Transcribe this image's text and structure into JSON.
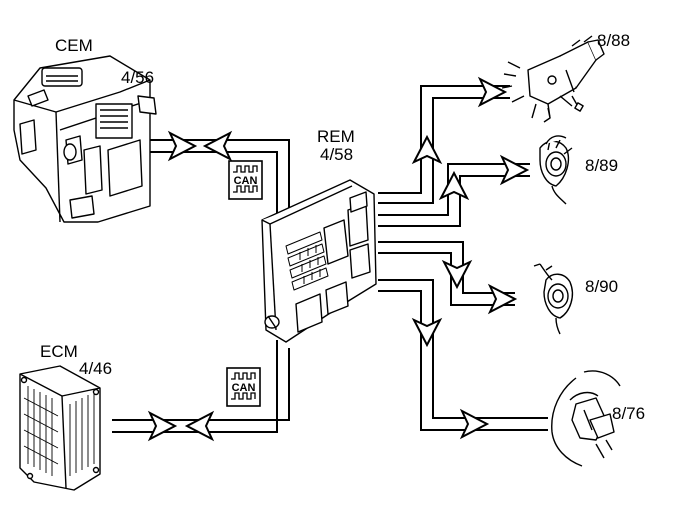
{
  "labels": {
    "cem_name": "CEM",
    "cem_code": "4/56",
    "rem_name": "REM",
    "rem_code": "4/58",
    "ecm_name": "ECM",
    "ecm_code": "4/46",
    "out1_code": "8/88",
    "out2_code": "8/89",
    "out3_code": "8/90",
    "out4_code": "8/76"
  },
  "bus": {
    "upper_text": "CAN",
    "lower_text": "CAN"
  },
  "icons": {
    "cem": "control-module-icon",
    "rem": "relay-module-icon",
    "ecm": "engine-control-module-icon",
    "out1": "washer-pump-icon",
    "out2": "lamp-socket-icon",
    "out3": "lamp-socket-icon",
    "out4": "lamp-assembly-icon",
    "bus": "can-bus-icon"
  },
  "colors": {
    "line": "#000000",
    "fill": "#ffffff"
  }
}
